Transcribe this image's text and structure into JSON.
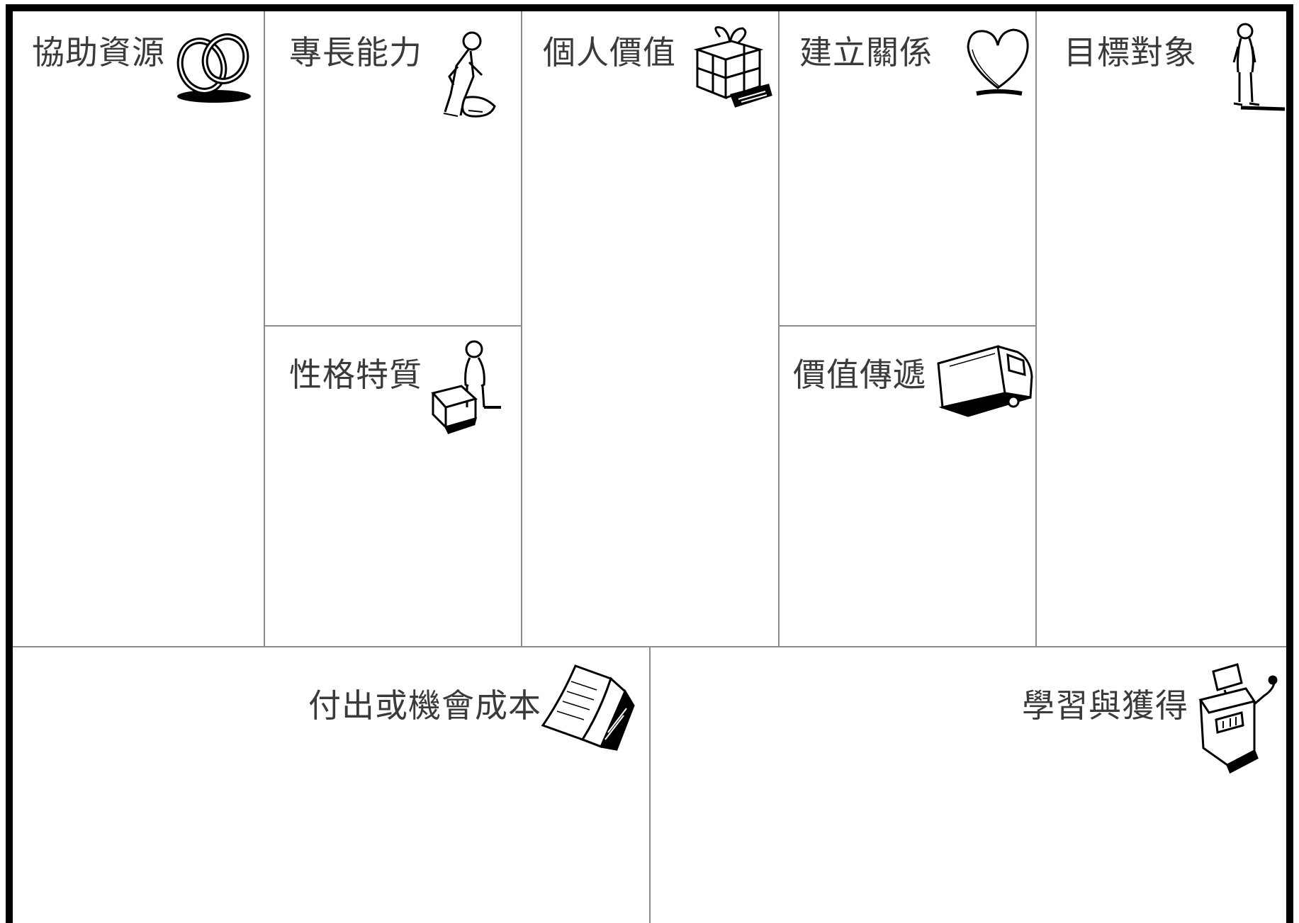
{
  "blocks": {
    "key_resources": {
      "label": "協助資源",
      "icon": "rings-icon"
    },
    "key_activities": {
      "label": "專長能力",
      "icon": "worker-icon"
    },
    "personality": {
      "label": "性格特質",
      "icon": "person-with-box-icon"
    },
    "value_proposition": {
      "label": "個人價值",
      "icon": "gift-icon"
    },
    "customer_relationships": {
      "label": "建立關係",
      "icon": "heart-icon"
    },
    "channels": {
      "label": "價值傳遞",
      "icon": "truck-icon"
    },
    "customer_segments": {
      "label": "目標對象",
      "icon": "standing-person-icon"
    },
    "cost_structure": {
      "label": "付出或機會成本",
      "icon": "document-icon"
    },
    "revenue_streams": {
      "label": "學習與獲得",
      "icon": "cash-register-icon"
    }
  },
  "colors": {
    "frame": "#000000",
    "divider": "#8c8c8c",
    "text": "#3a3a3a",
    "background": "#ffffff"
  }
}
